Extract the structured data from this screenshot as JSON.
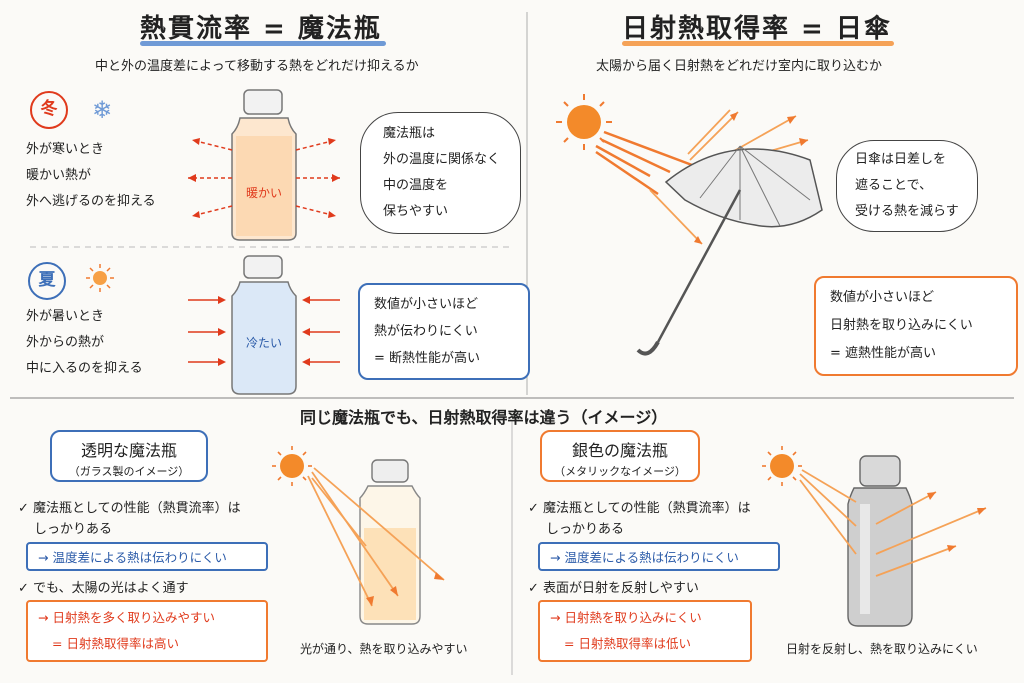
{
  "left_panel": {
    "title": "熱貫流率 = 魔法瓶",
    "subtitle": "中と外の温度差によって移動する熱をどれだけ抑えるか",
    "winter": {
      "badge": "冬",
      "lines": [
        "外が寒いとき",
        "暖かい熱が",
        "外へ逃げるのを抑える"
      ],
      "bottle_label": "暖かい"
    },
    "winter_bubble": [
      "魔法瓶は",
      "外の温度に関係なく",
      "中の温度を",
      "保ちやすい"
    ],
    "summer": {
      "badge": "夏",
      "lines": [
        "外が暑いとき",
        "外からの熱が",
        "中に入るのを抑える"
      ],
      "bottle_label": "冷たい"
    },
    "summer_box": [
      "数値が小さいほど",
      "熱が伝わりにくい",
      "= 断熱性能が高い"
    ]
  },
  "right_panel": {
    "title": "日射熱取得率 = 日傘",
    "subtitle": "太陽から届く日射熱をどれだけ室内に取り込むか",
    "bubble": [
      "日傘は日差しを",
      "遮ることで、",
      "受ける熱を減らす"
    ],
    "box": [
      "数値が小さいほど",
      "日射熱を取り込みにくい",
      "= 遮熱性能が高い"
    ]
  },
  "bottom": {
    "heading": "同じ魔法瓶でも、日射熱取得率は違う（イメージ）",
    "clear": {
      "title": "透明な魔法瓶",
      "note": "（ガラス製のイメージ）",
      "check1": "魔法瓶としての性能（熱貫流率）は",
      "check1b": "しっかりある",
      "row1": "→ 温度差による熱は伝わりにくい",
      "check2": "でも、太陽の光はよく通す",
      "row2a": "→ 日射熱を多く取り込みやすい",
      "row2b": "= 日射熱取得率は高い",
      "caption": "光が通り、熱を取り込みやすい"
    },
    "silver": {
      "title": "銀色の魔法瓶",
      "note": "（メタリックなイメージ）",
      "check1": "魔法瓶としての性能（熱貫流率）は",
      "check1b": "しっかりある",
      "row1": "→ 温度差による熱は伝わりにくい",
      "check2": "表面が日射を反射しやすい",
      "row2a": "→ 日射熱を取り込みにくい",
      "row2b": "= 日射熱取得率は低い",
      "caption": "日射を反射し、熱を取り込みにくい"
    }
  },
  "icons": {
    "check": "✓",
    "snowflake": "❄",
    "sun": "sun-icon"
  },
  "colors": {
    "red": "#e03a1c",
    "blue": "#3d6fb8",
    "orange": "#f07a30",
    "underline_blue": "#6f9ad6",
    "underline_orange": "#f5a257"
  }
}
